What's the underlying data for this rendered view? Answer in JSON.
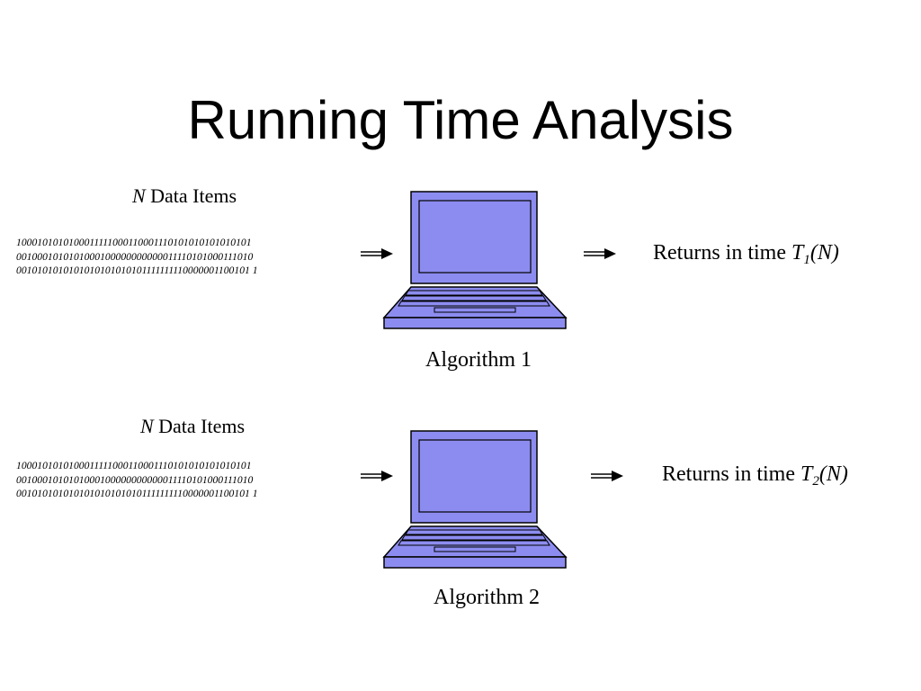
{
  "title": "Running Time Analysis",
  "rows": [
    {
      "items_label": {
        "var": "N",
        "text": "Data Items"
      },
      "bits": [
        "1000101010100011111000110001110101010101010101",
        "0010001010101000100000000000011110101000111010",
        "0010101010101010101010101111111110000001100101 1"
      ],
      "algorithm": "Algorithm 1",
      "returns": {
        "prefix": "Returns in time ",
        "var": "T",
        "subscript": "1",
        "suffix": "(N)"
      }
    },
    {
      "items_label": {
        "var": "N",
        "text": "Data Items"
      },
      "bits": [
        "1000101010100011111000110001110101010101010101",
        "0010001010101000100000000000011110101000111010",
        "0010101010101010101010101111111110000001100101 1"
      ],
      "algorithm": "Algorithm 2",
      "returns": {
        "prefix": "Returns in time ",
        "var": "T",
        "subscript": "2",
        "suffix": "(N)"
      }
    }
  ],
  "colors": {
    "laptop_fill": "#8c8cf0",
    "laptop_stroke": "#000000"
  }
}
